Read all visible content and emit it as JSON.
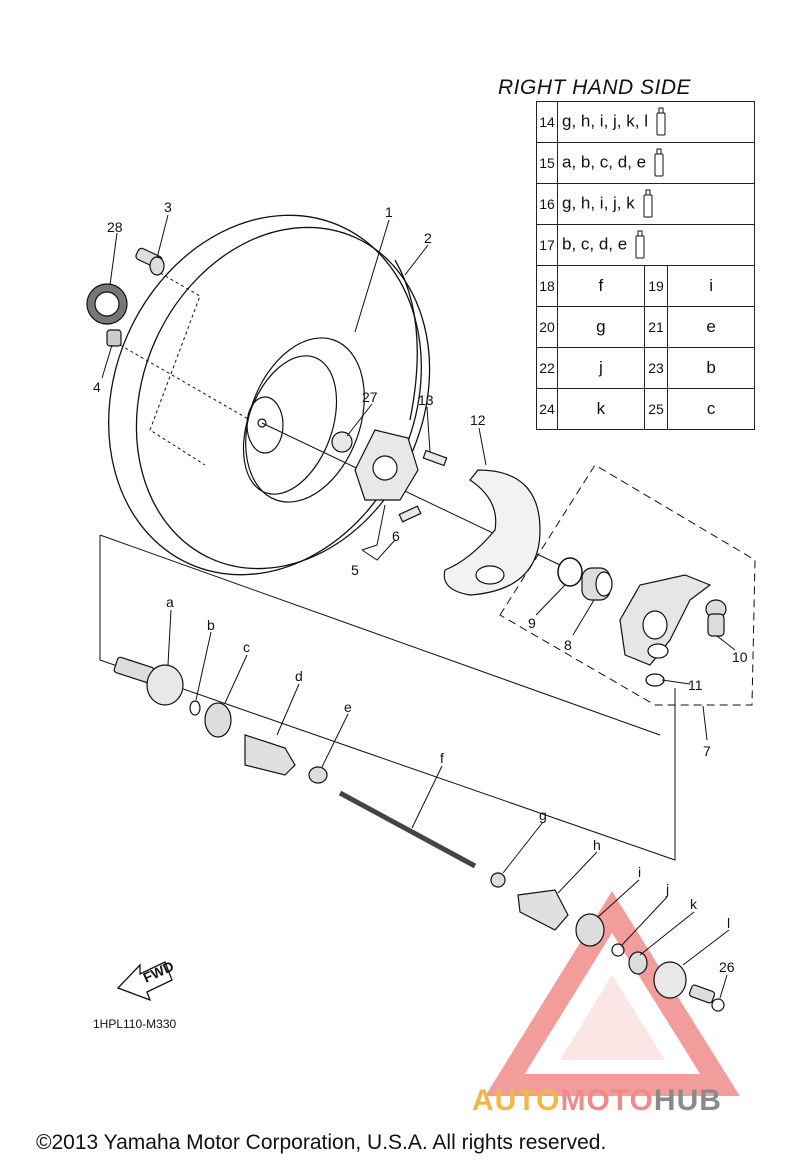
{
  "labels": {
    "l1": "1",
    "l2": "2",
    "l3": "3",
    "l4": "4",
    "l5": "5",
    "l6": "6",
    "l7": "7",
    "l8": "8",
    "l9": "9",
    "l10": "10",
    "l11": "11",
    "l12": "12",
    "l13": "13",
    "l26": "26",
    "l27": "27",
    "l28": "28",
    "la": "a",
    "lb": "b",
    "lc": "c",
    "ld": "d",
    "le": "e",
    "lf": "f",
    "lg": "g",
    "lh": "h",
    "li": "i",
    "lj": "j",
    "lk": "k",
    "ll": "l"
  },
  "fwd": "FWD",
  "legend": {
    "title": "RIGHT HAND SIDE",
    "groups": [
      {
        "num": "14",
        "codes": "g, h, i, j, k, l"
      },
      {
        "num": "15",
        "codes": "a, b, c, d, e"
      },
      {
        "num": "16",
        "codes": "g, h, i, j, k"
      },
      {
        "num": "17",
        "codes": "b, c, d, e"
      }
    ],
    "pairs": [
      {
        "n1": "18",
        "v1": "f",
        "n2": "19",
        "v2": "i"
      },
      {
        "n1": "20",
        "v1": "g",
        "n2": "21",
        "v2": "e"
      },
      {
        "n1": "22",
        "v1": "j",
        "n2": "23",
        "v2": "b"
      },
      {
        "n1": "24",
        "v1": "k",
        "n2": "25",
        "v2": "c"
      }
    ]
  },
  "figure_code": "1HPL110-M330",
  "copyright": "©2013 Yamaha Motor Corporation, U.S.A. All rights reserved.",
  "watermark": {
    "part1": "AUTO",
    "part2": "MOTO",
    "part3": "HUB"
  },
  "colors": {
    "watermark_red": "#e84c4c",
    "watermark_orange": "#f2b64a",
    "watermark_grey": "#8a8a8a"
  }
}
